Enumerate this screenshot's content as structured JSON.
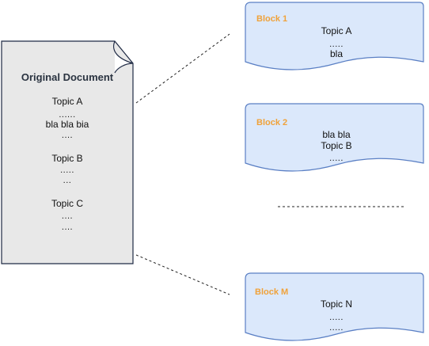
{
  "original_document": {
    "title": "Original Document",
    "topic_a": "Topic A",
    "dots_1": "......",
    "body_a": "bla bla  bia",
    "dots_2": "....",
    "topic_b": "Topic B",
    "dots_3": ".....",
    "dots_4": "...",
    "topic_c": "Topic C",
    "dots_5": "....",
    "dots_6": "...."
  },
  "blocks": {
    "block1": {
      "label": "Block 1",
      "topic": "Topic A",
      "dots": ".....",
      "text": "bla"
    },
    "block2": {
      "label": "Block 2",
      "text": "bla bla",
      "topic": "Topic B",
      "dots": "....."
    },
    "blockm": {
      "label": "Block M",
      "topic": "Topic N",
      "dots1": ".....",
      "dots2": "....."
    }
  },
  "colors": {
    "document_fill": "#e8e8e8",
    "document_stroke": "#1f2a44",
    "block_fill": "#dbe8fb",
    "block_stroke": "#5a7fc4",
    "label_orange": "#f0a23a"
  }
}
